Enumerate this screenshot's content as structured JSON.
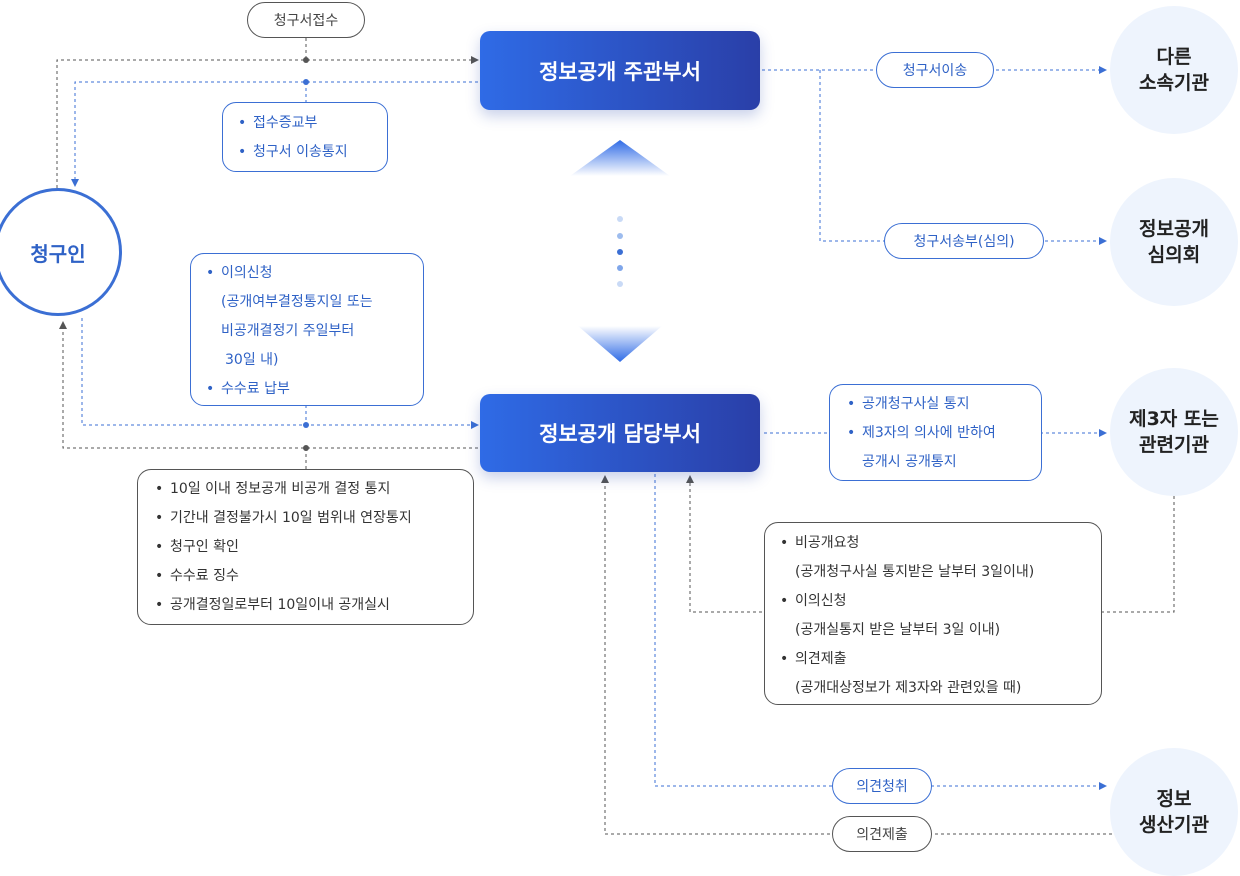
{
  "nodes": {
    "requester": "청구인",
    "main_dept": "정보공개 주관부서",
    "charge_dept": "정보공개 담당부서",
    "other_agency": [
      "다른",
      "소속기관"
    ],
    "committee": [
      "정보공개",
      "심의회"
    ],
    "third_party": [
      "제3자 또는",
      "관련기관"
    ],
    "producer": [
      "정보",
      "생산기관"
    ]
  },
  "pills": {
    "receipt": "청구서접수",
    "transfer": "청구서이송",
    "send_review": "청구서송부(심의)",
    "opinion_request": "의견청취",
    "opinion_submit": "의견제출"
  },
  "boxes": {
    "receipt_notice": [
      "접수증교부",
      "청구서 이송통지"
    ],
    "objection": {
      "title": "이의신청",
      "sub": [
        "(공개여부결정통지일 또는",
        "비공개결정기 주일부터",
        "30일 내)"
      ],
      "fee": "수수료 납부"
    },
    "decision": [
      "10일 이내 정보공개 비공개 결정 통지",
      "기간내 결정불가시 10일 범위내 연장통지",
      "청구인 확인",
      "수수료 징수",
      "공개결정일로부터 10일이내 공개실시"
    ],
    "third_notice": [
      "공개청구사실 통지",
      "제3자의 의사에 반하여",
      "공개시 공개통지"
    ],
    "third_response": {
      "nondisclosure_title": "비공개요청",
      "nondisclosure_sub": "(공개청구사실 통지받은 날부터 3일이내)",
      "objection_title": "이의신청",
      "objection_sub": "(공개실통지 받은 날부터 3일 이내)",
      "opinion_title": "의견제출",
      "opinion_sub": "(공개대상정보가 제3자와 관련있을 때)"
    }
  },
  "colors": {
    "accent": "#3b6fd4",
    "dept_start": "#2f6be6",
    "dept_end": "#2a3fa8",
    "ext_bg": "#eef4fd",
    "gray_line": "#555555"
  }
}
